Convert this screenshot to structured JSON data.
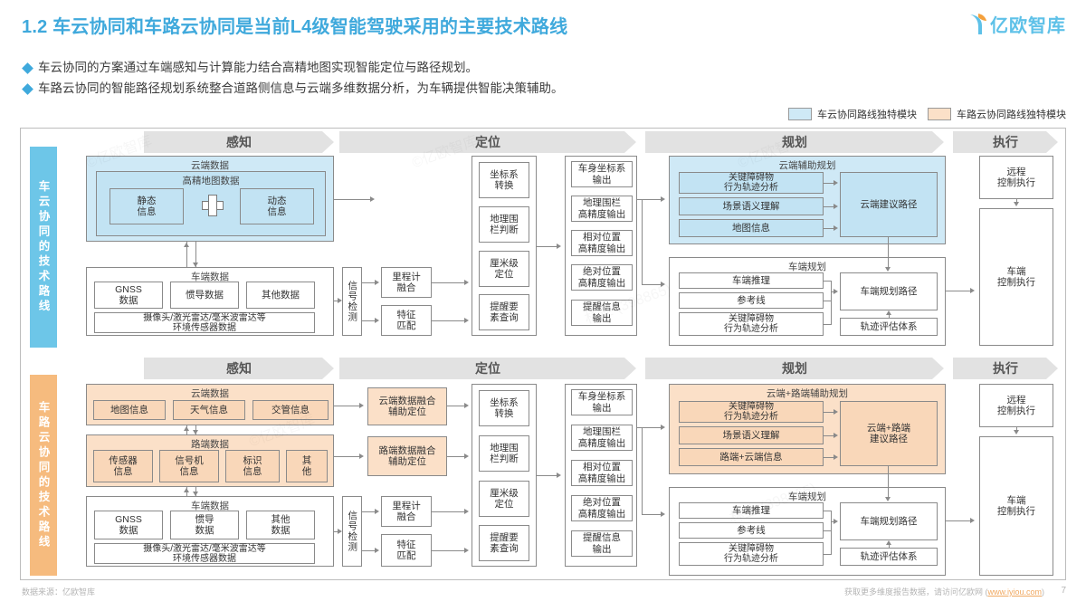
{
  "header": {
    "title": "1.2 车云协同和车路云协同是当前L4级智能驾驶采用的主要技术路线",
    "logo_text": "亿欧智库",
    "title_color": "#3FA9DC"
  },
  "bullets": [
    "车云协同的方案通过车端感知与计算能力结合高精地图实现智能定位与路径规划。",
    "车路云协同的智能路径规划系统整合道路侧信息与云端多维数据分析，为车辆提供智能决策辅助。"
  ],
  "legend": [
    {
      "label": "车云协同路线独特模块",
      "color": "#CFE9F6"
    },
    {
      "label": "车路云协同路线独特模块",
      "color": "#FBE0C8"
    }
  ],
  "columns": [
    {
      "label": "感知"
    },
    {
      "label": "定位"
    },
    {
      "label": "规划"
    },
    {
      "label": "执行"
    }
  ],
  "rows": [
    {
      "id": "vehicle-cloud",
      "side_label": "车云协同的技术路线",
      "side_color": "#6DC6E8",
      "perception": {
        "cloud_group_title": "云端数据",
        "hd_map_title": "高精地图数据",
        "hd_map_items": [
          "静态\n信息",
          "动态\n信息"
        ],
        "plus_icon": "plus-icon",
        "vehicle_group_title": "车端数据",
        "vehicle_items": [
          "GNSS\n数据",
          "惯导数据",
          "其他数据"
        ],
        "sensor_item": "摄像头/激光雷达/毫米波雷达等\n环境传感器数据"
      },
      "localization": {
        "signal_detect": "信号检测",
        "fusion": [
          "里程计\n融合",
          "特征\n匹配"
        ],
        "core": [
          "坐标系\n转换",
          "地理围\n栏判断",
          "厘米级\n定位",
          "提醒要\n素查询"
        ],
        "outputs": [
          "车身坐标系\n输出",
          "地理围栏\n高精度输出",
          "相对位置\n高精度输出",
          "绝对位置\n高精度输出",
          "提醒信息\n输出"
        ]
      },
      "planning": {
        "cloud_group_title": "云端辅助规划",
        "cloud_items": [
          "关键障碍物\n行为轨迹分析",
          "场景语义理解",
          "地图信息"
        ],
        "cloud_result": "云端建议路径",
        "vehicle_group_title": "车端规划",
        "vehicle_items": [
          "车端推理",
          "参考线",
          "关键障碍物\n行为轨迹分析"
        ],
        "vehicle_result": "车端规划路径",
        "eval": "轨迹评估体系"
      },
      "execution": [
        "远程\n控制执行",
        "车端\n控制执行"
      ]
    },
    {
      "id": "vehicle-road-cloud",
      "side_label": "车路云协同的技术路线",
      "side_color": "#F6BB7E",
      "perception": {
        "cloud_group_title": "云端数据",
        "cloud_items": [
          "地图信息",
          "天气信息",
          "交管信息"
        ],
        "road_group_title": "路端数据",
        "road_items": [
          "传感器\n信息",
          "信号机\n信息",
          "标识\n信息",
          "其\n他"
        ],
        "vehicle_group_title": "车端数据",
        "vehicle_items": [
          "GNSS\n数据",
          "惯导\n数据",
          "其他\n数据"
        ],
        "sensor_item": "摄像头/激光雷达/毫米波雷达等\n环境传感器数据"
      },
      "localization": {
        "cloud_fusion": "云端数据融合\n辅助定位",
        "road_fusion": "路端数据融合\n辅助定位",
        "signal_detect": "信号检测",
        "fusion": [
          "里程计\n融合",
          "特征\n匹配"
        ],
        "core": [
          "坐标系\n转换",
          "地理围\n栏判断",
          "厘米级\n定位",
          "提醒要\n素查询"
        ],
        "outputs": [
          "车身坐标系\n输出",
          "地理围栏\n高精度输出",
          "相对位置\n高精度输出",
          "绝对位置\n高精度输出",
          "提醒信息\n输出"
        ]
      },
      "planning": {
        "cloud_group_title": "云端+路端辅助规划",
        "cloud_items": [
          "关键障碍物\n行为轨迹分析",
          "场景语义理解",
          "路端+云端信息"
        ],
        "cloud_result": "云端+路端\n建议路径",
        "vehicle_group_title": "车端规划",
        "vehicle_items": [
          "车端推理",
          "参考线",
          "关键障碍物\n行为轨迹分析"
        ],
        "vehicle_result": "车端规划路径",
        "eval": "轨迹评估体系"
      },
      "execution": [
        "远程\n控制执行",
        "车端\n控制执行"
      ]
    }
  ],
  "footer": {
    "source": "数据来源：亿欧智库",
    "more_prefix": "获取更多维度报告数据，请访问亿欧网 (",
    "more_link": "www.iyiou.com",
    "more_suffix": ")",
    "page": "7"
  }
}
